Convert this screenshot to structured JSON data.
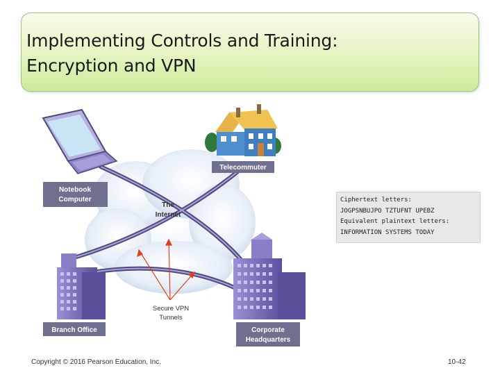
{
  "slide": {
    "title_line1": "Implementing Controls and Training:",
    "title_line2": "Encryption and VPN"
  },
  "diagram": {
    "notebook_line1": "Notebook",
    "notebook_line2": "Computer",
    "telecommuter": "Telecommuter",
    "internet_line1": "The",
    "internet_line2": "Internet",
    "vpn_line1": "Secure VPN",
    "vpn_line2": "Tunnels",
    "branch_office": "Branch Office",
    "hq_line1": "Corporate",
    "hq_line2": "Headquarters"
  },
  "cipher": {
    "line1": "Ciphertext letters:",
    "line2": "JOGPSNBUJPO TZTUFNT UPEBZ",
    "line3": "Equivalent plaintext letters:",
    "line4": "INFORMATION SYSTEMS TODAY"
  },
  "footer": {
    "copyright": "Copyright © 2016 Pearson Education, Inc.",
    "page": "10-42"
  },
  "colors": {
    "title_fill": "#d9efb0",
    "label_bg": "#6f6f8f",
    "building": "#7b6fb8",
    "arrow": "#e0401a"
  }
}
